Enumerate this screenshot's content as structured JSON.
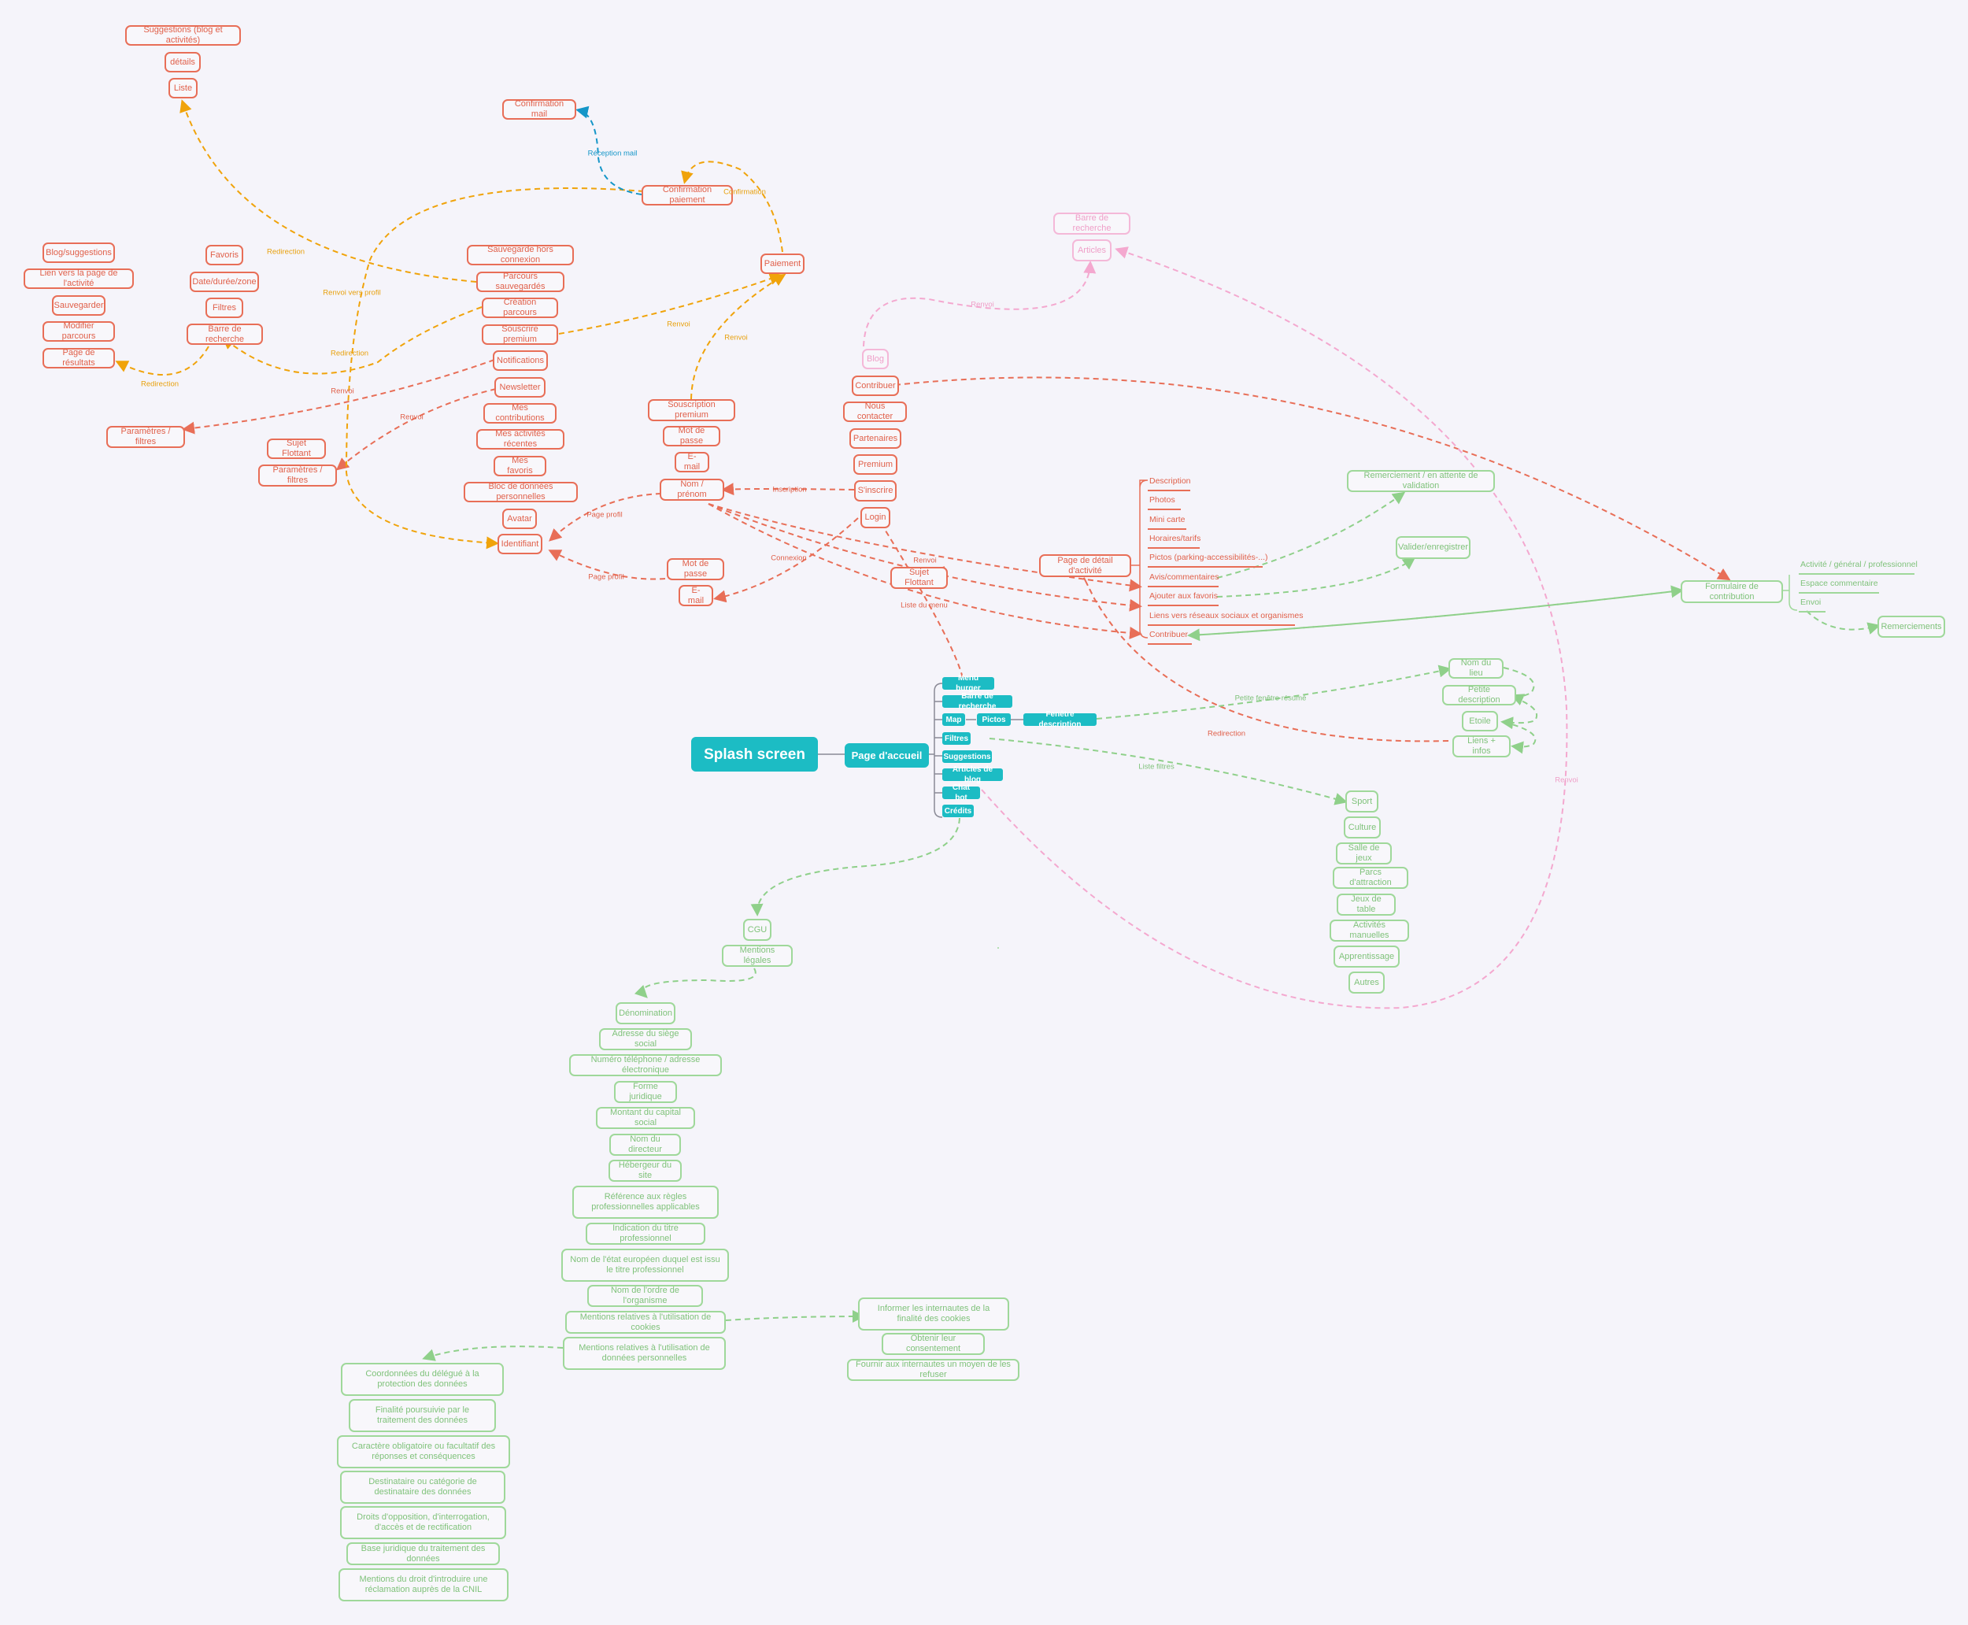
{
  "center": {
    "splash": "Splash screen",
    "home": "Page d'accueil"
  },
  "home_items": {
    "menu_burger": "Menu burger",
    "barre": "Barre de recherche",
    "map": "Map",
    "pictos": "Pictos",
    "fenetre": "Fenêtre description",
    "filtres": "Filtres",
    "suggestions": "Suggestions",
    "articles": "Articles de blog",
    "chat": "Chat bot",
    "credits": "Crédits"
  },
  "left_top": {
    "suggestions": "Suggestions (blog et activités)",
    "details": "détails",
    "liste": "Liste",
    "confirmation_mail": "Confirmation mail",
    "confirmation_paiement": "Confirmation paiement",
    "paiement": "Paiement"
  },
  "left_menu": {
    "sauvegarde": "Sauvegarde hors connexion",
    "parcours": "Parcours sauvegardés",
    "creation": "Création parcours",
    "souscrire": "Souscrire premium",
    "notifications": "Notifications",
    "newsletter": "Newsletter",
    "contributions": "Mes contributions",
    "activites": "Mes activités récentes",
    "favoris": "Mes favoris",
    "bloc": "Bloc de données personnelles",
    "avatar": "Avatar",
    "identifiant": "Identifiant"
  },
  "far_left": {
    "blog": "Blog/suggestions",
    "lien": "Lien vers la page de l'activité",
    "sauvegarder": "Sauvegarder",
    "modifier": "Modifier parcours",
    "resultats": "Page de résultats",
    "favoris": "Favoris",
    "date": "Date/durée/zone",
    "filtres": "Filtres",
    "barre": "Barre de recherche",
    "params1": "Paramètres / filtres",
    "sujet": "Sujet Flottant",
    "params2": "Paramètres / filtres"
  },
  "middle": {
    "souscription": "Souscription premium",
    "mdp1": "Mot de passe",
    "email1": "E-mail",
    "nom": "Nom / prénom",
    "mdp2": "Mot de passe",
    "email2": "E-mail"
  },
  "menu_col": {
    "blog": "Blog",
    "contribuer": "Contribuer",
    "contact": "Nous contacter",
    "partenaires": "Partenaires",
    "premium": "Premium",
    "inscrire": "S'inscrire",
    "login": "Login",
    "sujet": "Sujet Flottant"
  },
  "pink": {
    "barre": "Barre de recherche",
    "articles": "Articles"
  },
  "detail": {
    "page": "Page de détail d'activité",
    "items": [
      "Description",
      "Photos",
      "Mini carte",
      "Horaires/tarifs",
      "Pictos (parking-accessibilités-...)",
      "Avis/commentaires",
      "Ajouter aux favoris",
      "Liens vers réseaux sociaux et organismes",
      "Contribuer"
    ]
  },
  "green_right": {
    "remerciement": "Remerciement / en attente de validation",
    "valider": "Valider/enregistrer",
    "formulaire": "Formulaire de contribution",
    "sub": [
      "Activité / général / professionnel",
      "Espace commentaire",
      "Envoi"
    ],
    "remerciements": "Remerciements",
    "nom_lieu": "Nom du lieu",
    "petite": "Petite description",
    "etoile": "Etoile",
    "liens": "Liens + infos",
    "cats": [
      "Sport",
      "Culture",
      "Salle de jeux",
      "Parcs d'attraction",
      "Jeux de table",
      "Activités manuelles",
      "Apprentissage",
      "Autres"
    ]
  },
  "legal": {
    "cgu": "CGU",
    "mentions": "Mentions légales",
    "items": [
      "Dénomination",
      "Adresse du siège social",
      "Numéro téléphone / adresse électronique",
      "Forme juridique",
      "Montant du capital social",
      "Nom du directeur",
      "Hébergeur du site",
      "Référence aux règles professionnelles applicables",
      "Indication du titre professionnel",
      "Nom de l'état européen duquel est issu le titre professionnel",
      "Nom de l'ordre de l'organisme",
      "Mentions relatives à l'utilisation de cookies",
      "Mentions relatives à l'utilisation de données personnelles"
    ],
    "cookies": [
      "Informer les internautes de la finalité des cookies",
      "Obtenir leur consentement",
      "Fournir aux internautes un moyen de les refuser"
    ],
    "donnees": [
      "Coordonnées du délégué à la protection des données",
      "Finalité poursuivie par le traitement des données",
      "Caractère obligatoire ou facultatif des réponses et conséquences",
      "Destinataire ou catégorie de destinataire des données",
      "Droits d'opposition, d'interrogation, d'accès et de rectification",
      "Base juridique du traitement des données",
      "Mentions du droit d'introduire une réclamation auprès de la CNIL"
    ]
  },
  "edge_labels": {
    "reception": "Réception mail",
    "confirmation": "Confirmation",
    "redirection1": "Redirection",
    "renvoi_profil": "Renvoi vers profil",
    "renvoi1": "Renvoi",
    "renvoi2": "Renvoi",
    "redirection2": "Redirection",
    "redirection3": "Redirection",
    "renvoi3": "Renvoi",
    "renvoi4": "Renvoi",
    "renvoi_pink": "Renvoi",
    "inscription": "Inscription",
    "page_profil1": "Page profil",
    "page_profil2": "Page profil",
    "connexion": "Connexion",
    "renvoi5": "Renvoi",
    "liste_menu": "Liste du menu",
    "petite_fenetre": "Petite fenêtre résumé",
    "redirection4": "Redirection",
    "liste_filtres": "Liste filtres",
    "renvoi_pink2": "Renvoi"
  }
}
